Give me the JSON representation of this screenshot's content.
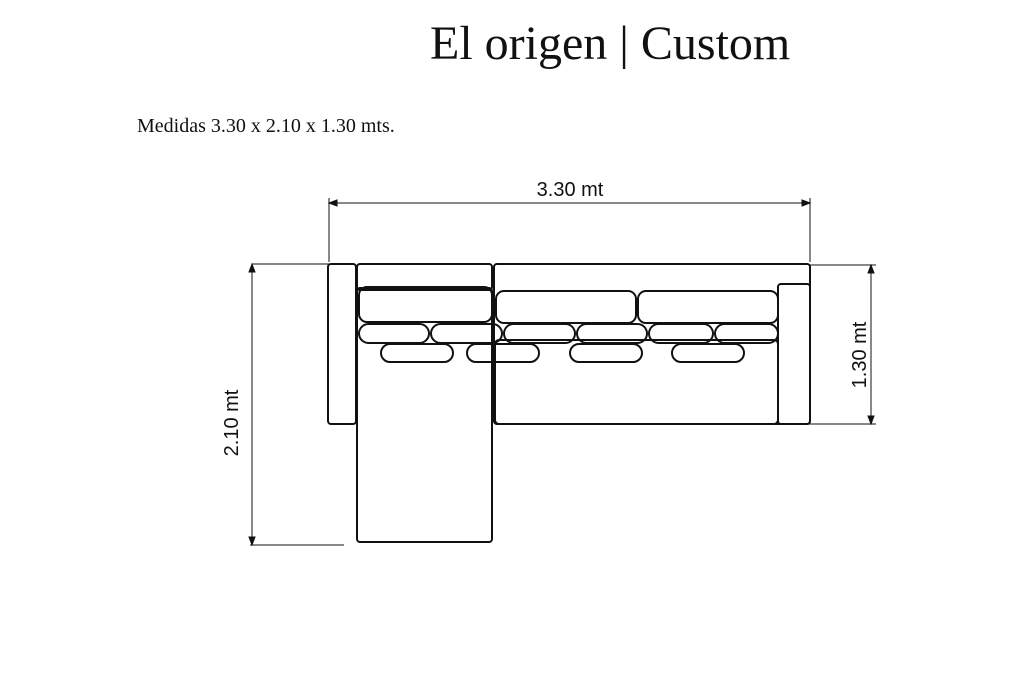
{
  "header": {
    "title": "El origen | Custom",
    "subtitle": "Medidas 3.30 x 2.10 x 1.30 mts."
  },
  "dimensions": {
    "width_label": "3.30 mt",
    "depth_label": "2.10 mt",
    "seat_depth_label": "1.30 mt"
  }
}
